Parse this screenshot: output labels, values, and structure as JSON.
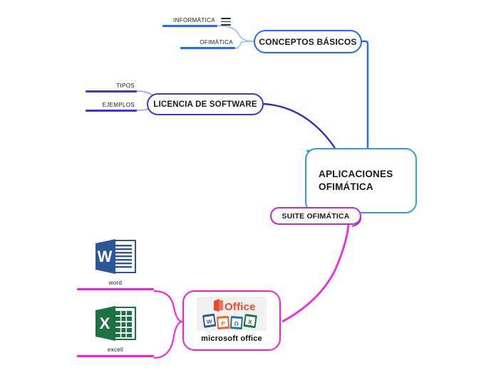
{
  "mindmap": {
    "central": {
      "label": "APLICACIONES OFIMÁTICA",
      "border_color": "#2f9fd8"
    },
    "branches": [
      {
        "id": "conceptos",
        "label": "CONCEPTOS BÁSICOS",
        "color": "#1b6ef3",
        "children": [
          {
            "label": "INFORMÁTICA",
            "icon": "menu-icon"
          },
          {
            "label": "OFIMÁTICA"
          }
        ]
      },
      {
        "id": "licencia",
        "label": "LICENCIA DE SOFTWARE",
        "color": "#4b32d4",
        "children": [
          {
            "label": "TIPOS"
          },
          {
            "label": "EJEMPLOS"
          }
        ]
      },
      {
        "id": "suite",
        "label": "SUITE OFIMÁTICA",
        "color": "#c42ad8",
        "children": [
          {
            "label": "microsoft office",
            "color": "#ff19e0"
          }
        ]
      }
    ],
    "office_node": {
      "label": "microsoft office",
      "image": {
        "wordmark": "Office",
        "tiles": [
          "W",
          "P",
          "O",
          "X"
        ]
      },
      "border_color": "#ff19e0"
    },
    "app_leaves": [
      {
        "id": "word",
        "label": "word",
        "icon": "word-icon",
        "letter": "W",
        "color": "#2b5797"
      },
      {
        "id": "excel",
        "label": "excell",
        "icon": "excel-icon",
        "letter": "X",
        "color": "#1d7244"
      }
    ]
  },
  "colors": {
    "blue": "#1b6ef3",
    "light_blue": "#2f9fd8",
    "purple": "#4b32d4",
    "violet": "#c42ad8",
    "magenta": "#ff19e0",
    "background": "#ffffff"
  }
}
